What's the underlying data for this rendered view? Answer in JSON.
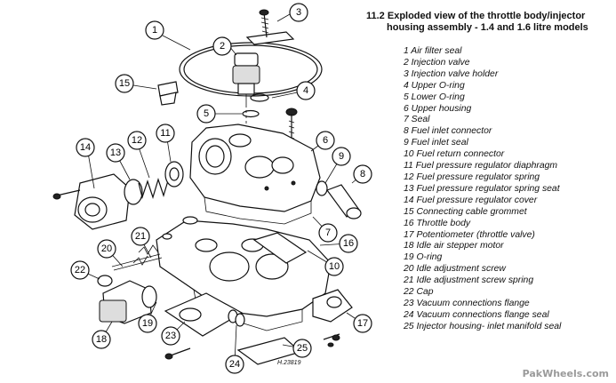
{
  "caption": {
    "line1": "11.2 Exploded view of the throttle body/injector",
    "line2": "housing assembly - 1.4 and 1.6 litre models"
  },
  "legend": [
    "1 Air filter seal",
    "2 Injection valve",
    "3 Injection valve holder",
    "4 Upper O-ring",
    "5 Lower O-ring",
    "6 Upper housing",
    "7 Seal",
    "8 Fuel inlet connector",
    "9 Fuel inlet seal",
    "10 Fuel return connector",
    "11 Fuel pressure regulator diaphragm",
    "12 Fuel pressure regulator spring",
    "13 Fuel pressure regulator spring seat",
    "14 Fuel pressure regulator cover",
    "15 Connecting cable grommet",
    "16 Throttle body",
    "17 Potentiometer (throttle valve)",
    "18 Idle air stepper motor",
    "19 O-ring",
    "20 Idle adjustment screw",
    "21 Idle adjustment screw spring",
    "22 Cap",
    "23 Vacuum connections flange",
    "24 Vacuum connections flange seal",
    "25 Injector housing- inlet manifold seal"
  ],
  "callouts": [
    "1",
    "2",
    "3",
    "4",
    "5",
    "6",
    "7",
    "8",
    "9",
    "10",
    "11",
    "12",
    "13",
    "14",
    "15",
    "16",
    "17",
    "18",
    "19",
    "20",
    "21",
    "22",
    "23",
    "24",
    "25"
  ],
  "drawing_code": "H.23819",
  "watermark": "PakWheels.com"
}
